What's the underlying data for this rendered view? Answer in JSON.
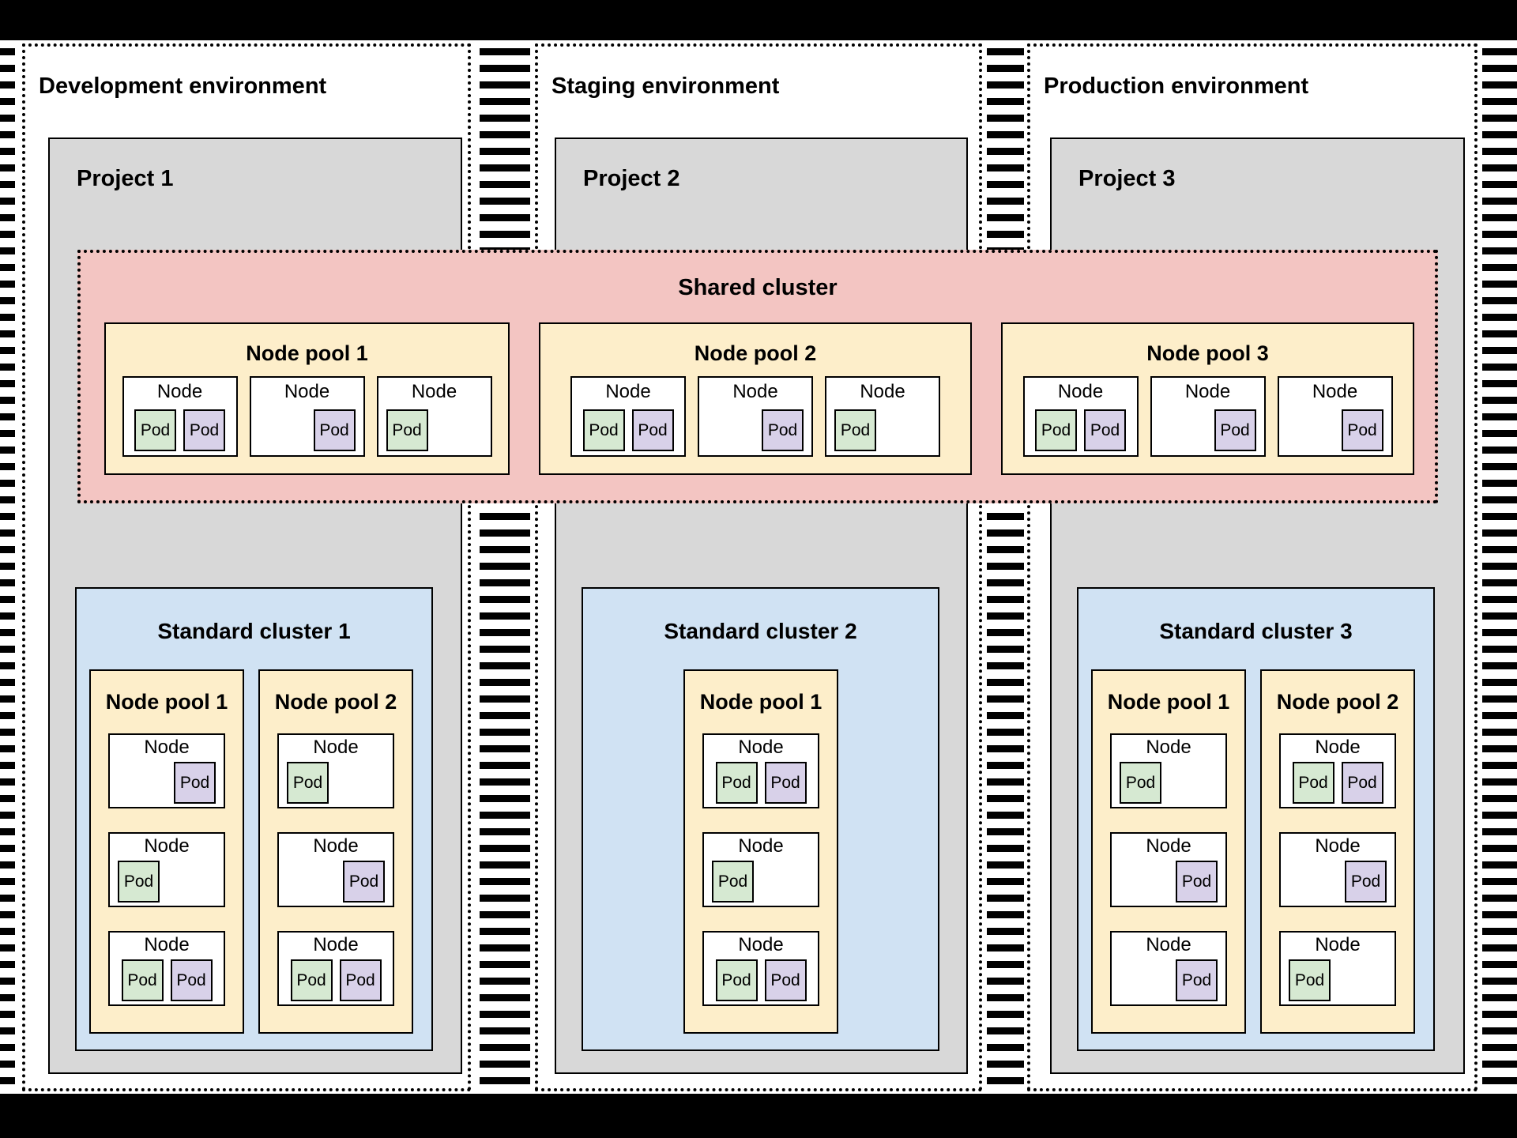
{
  "labels": {
    "node": "Node",
    "pod": "Pod"
  },
  "colors": {
    "frame": "#000000",
    "canvas": "#ffffff",
    "project_bg": "#d8d8d8",
    "shared_cluster_bg": "#f3c5c2",
    "node_pool_bg": "#fdeeca",
    "standard_cluster_bg": "#d0e2f3",
    "node_bg": "#ffffff",
    "pod_green": "#d6e9d2",
    "pod_purple": "#d8d1e9",
    "border": "#000000"
  },
  "shared_cluster": {
    "title": "Shared cluster",
    "node_pools": [
      {
        "title": "Node pool 1",
        "nodes": [
          {
            "align": "center",
            "pods": [
              "green",
              "purple"
            ]
          },
          {
            "align": "right",
            "pods": [
              "purple"
            ]
          },
          {
            "align": "left",
            "pods": [
              "green"
            ]
          }
        ]
      },
      {
        "title": "Node pool 2",
        "nodes": [
          {
            "align": "center",
            "pods": [
              "green",
              "purple"
            ]
          },
          {
            "align": "right",
            "pods": [
              "purple"
            ]
          },
          {
            "align": "left",
            "pods": [
              "green"
            ]
          }
        ]
      },
      {
        "title": "Node pool 3",
        "nodes": [
          {
            "align": "center",
            "pods": [
              "green",
              "purple"
            ]
          },
          {
            "align": "right",
            "pods": [
              "purple"
            ]
          },
          {
            "align": "right",
            "pods": [
              "purple"
            ]
          }
        ]
      }
    ]
  },
  "environments": [
    {
      "title": "Development environment",
      "project": {
        "title": "Project 1",
        "standard_cluster": {
          "title": "Standard cluster 1",
          "node_pools": [
            {
              "title": "Node pool 1",
              "nodes": [
                {
                  "align": "right",
                  "pods": [
                    "purple"
                  ]
                },
                {
                  "align": "left",
                  "pods": [
                    "green"
                  ]
                },
                {
                  "align": "center",
                  "pods": [
                    "green",
                    "purple"
                  ]
                }
              ]
            },
            {
              "title": "Node pool 2",
              "nodes": [
                {
                  "align": "left",
                  "pods": [
                    "green"
                  ]
                },
                {
                  "align": "right",
                  "pods": [
                    "purple"
                  ]
                },
                {
                  "align": "center",
                  "pods": [
                    "green",
                    "purple"
                  ]
                }
              ]
            }
          ]
        }
      }
    },
    {
      "title": "Staging environment",
      "project": {
        "title": "Project 2",
        "standard_cluster": {
          "title": "Standard cluster 2",
          "node_pools": [
            {
              "title": "Node pool 1",
              "nodes": [
                {
                  "align": "center",
                  "pods": [
                    "green",
                    "purple"
                  ]
                },
                {
                  "align": "left",
                  "pods": [
                    "green"
                  ]
                },
                {
                  "align": "center",
                  "pods": [
                    "green",
                    "purple"
                  ]
                }
              ]
            }
          ]
        }
      }
    },
    {
      "title": "Production environment",
      "project": {
        "title": "Project 3",
        "standard_cluster": {
          "title": "Standard cluster 3",
          "node_pools": [
            {
              "title": "Node pool 1",
              "nodes": [
                {
                  "align": "left",
                  "pods": [
                    "green"
                  ]
                },
                {
                  "align": "right",
                  "pods": [
                    "purple"
                  ]
                },
                {
                  "align": "right",
                  "pods": [
                    "purple"
                  ]
                }
              ]
            },
            {
              "title": "Node pool 2",
              "nodes": [
                {
                  "align": "center",
                  "pods": [
                    "green",
                    "purple"
                  ]
                },
                {
                  "align": "right",
                  "pods": [
                    "purple"
                  ]
                },
                {
                  "align": "left",
                  "pods": [
                    "green"
                  ]
                }
              ]
            }
          ]
        }
      }
    }
  ]
}
